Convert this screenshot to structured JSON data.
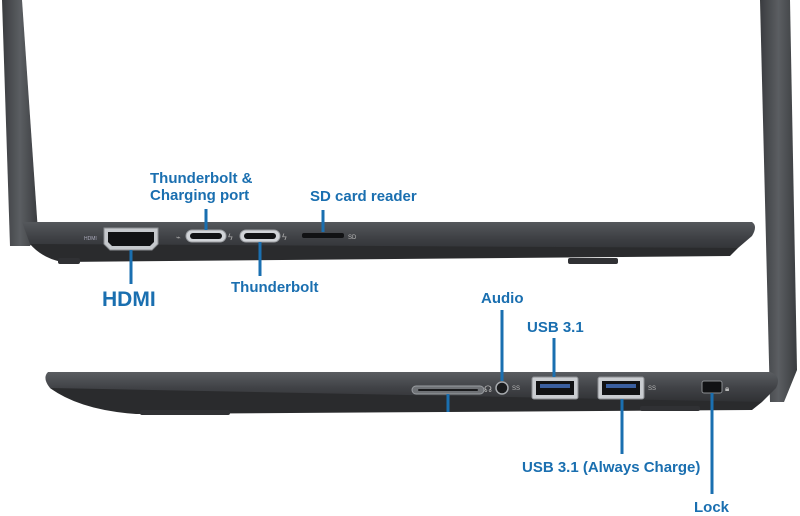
{
  "labels": {
    "thunderbolt_charging": "Thunderbolt &\nCharging port",
    "sd_card_reader": "SD card reader",
    "hdmi": "HDMI",
    "thunderbolt": "Thunderbolt",
    "audio": "Audio",
    "usb31": "USB 3.1",
    "usb31_always_charge": "USB 3.1 (Always Charge)",
    "lock": "Lock"
  },
  "port_glyphs": {
    "hdmi": "HDMI",
    "sd": "SD",
    "usb_left": "SS",
    "usb_right": "SS"
  },
  "colors": {
    "label": "#1a6fb0",
    "callout_line": "#1a6fb0",
    "chassis": "#3b3d40",
    "chassis_edge": "#2a2b2d",
    "lid": "#4a4c4f",
    "port_silver": "#c9ccd0",
    "port_dark": "#111214",
    "background": "#ffffff"
  },
  "icons": {
    "hdmi": "hdmi-port-icon",
    "usb_c": "usb-c-port-icon",
    "thunderbolt": "thunderbolt-bolt-icon",
    "sd": "sd-card-slot-icon",
    "audio": "audio-jack-icon",
    "usb_a": "usb-a-port-icon",
    "lock": "lock-slot-icon"
  }
}
